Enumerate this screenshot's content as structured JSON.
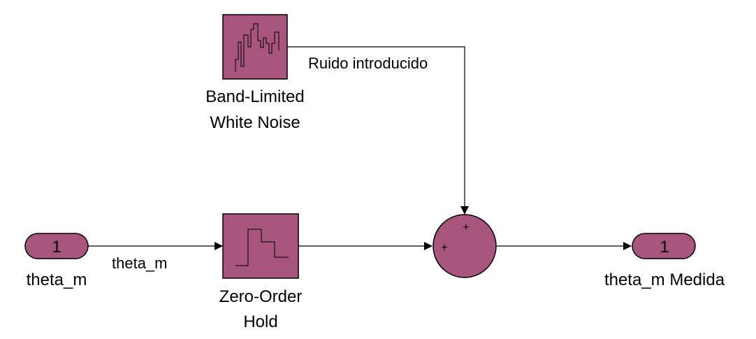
{
  "colors": {
    "block_fill": "#A8557D",
    "line": "#000000",
    "background": "#ffffff"
  },
  "blocks": {
    "noise": {
      "name_line1": "Band-Limited",
      "name_line2": "White Noise",
      "icon": "noise-signal-icon"
    },
    "zoh": {
      "name_line1": "Zero-Order",
      "name_line2": "Hold",
      "icon": "staircase-signal-icon"
    },
    "sum": {
      "sign_top": "+",
      "sign_left": "+"
    },
    "inport": {
      "number": "1",
      "name": "theta_m"
    },
    "outport": {
      "number": "1",
      "name": "theta_m Medida"
    }
  },
  "signals": {
    "input": "theta_m",
    "noise": "Ruido introducido"
  }
}
